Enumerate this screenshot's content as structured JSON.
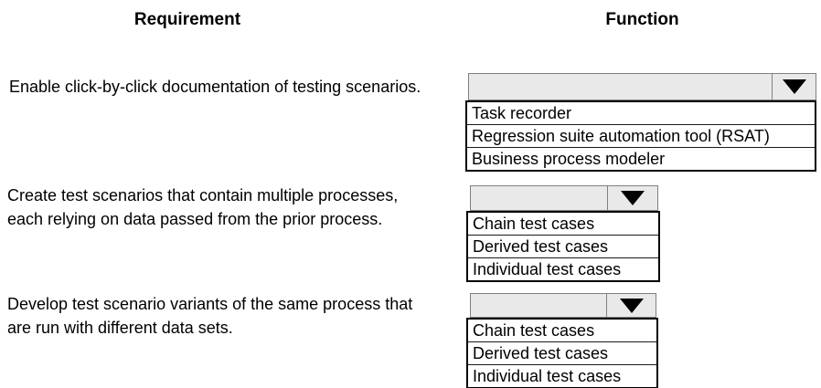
{
  "headers": {
    "requirement": "Requirement",
    "function": "Function"
  },
  "colors": {
    "background": "#ffffff",
    "text": "#000000",
    "select_fill": "#e9e9e9",
    "select_border": "#808080",
    "options_border": "#000000",
    "caret": "#000000"
  },
  "icons": {
    "dropdown_caret": "caret-down-icon"
  },
  "rows": [
    {
      "requirement_lines": {
        "0": "Enable click-by-click documentation of testing scenarios."
      },
      "dropdown": {
        "selected_value": "",
        "options": [
          "Task recorder",
          "Regression suite automation tool (RSAT)",
          "Business process modeler"
        ]
      }
    },
    {
      "requirement_lines": {
        "0": "Create test scenarios that contain multiple processes,",
        "1": "each relying on data passed from the prior process."
      },
      "dropdown": {
        "selected_value": "",
        "options": [
          "Chain test cases",
          "Derived test cases",
          "Individual test cases"
        ]
      }
    },
    {
      "requirement_lines": {
        "0": "Develop test scenario variants of the same process that",
        "1": "are run with different data sets."
      },
      "dropdown": {
        "selected_value": "",
        "options": [
          "Chain test cases",
          "Derived test cases",
          "Individual test cases"
        ]
      }
    }
  ]
}
